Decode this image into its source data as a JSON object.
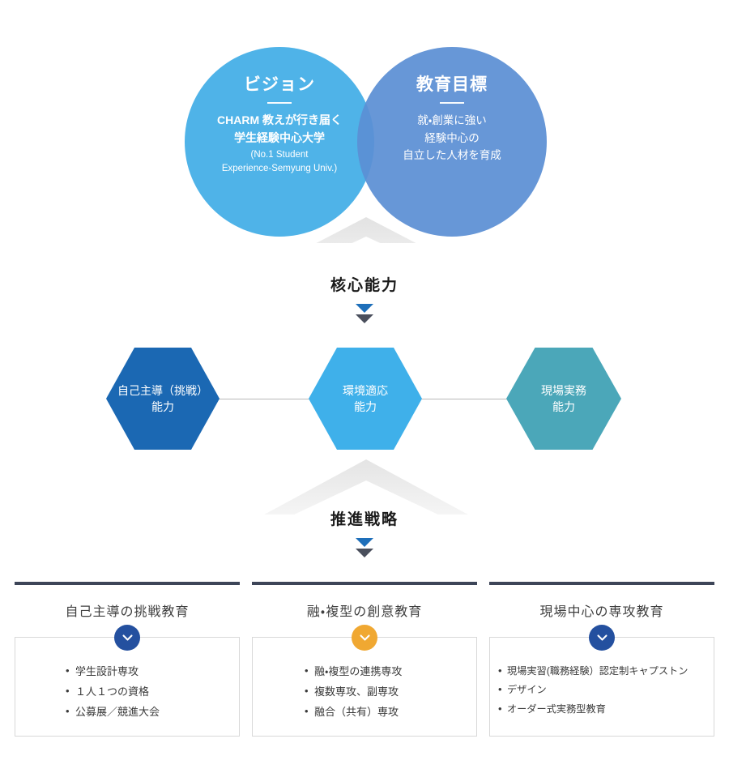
{
  "venn": {
    "left": {
      "heading": "ビジョン",
      "line1": "CHARM 教えが行き届く",
      "line2": "学生経験中心大学",
      "sub1": "(No.1 Student",
      "sub2": "Experience-Semyung Univ.)",
      "color": "#4fb3e8"
    },
    "right": {
      "heading": "教育目標",
      "line1": "就・創業に強い",
      "line2": "経験中心の",
      "line3": "自立した人材を育成",
      "color": "#5b8fd4"
    },
    "overlap_color": "#4a7ec8"
  },
  "bands": {
    "core_label": "核心能力",
    "strategy_label": "推進戦略",
    "arrow_top_color": "#1e6fba",
    "arrow_bottom_color": "#4a4f5c"
  },
  "hexagons": [
    {
      "label": "自己主導（挑戦）\n能力",
      "color": "#1b68b3"
    },
    {
      "label": "環境適応\n能力",
      "color": "#3fb0ea"
    },
    {
      "label": "現場実務\n能力",
      "color": "#4ba7b9"
    }
  ],
  "panels": [
    {
      "title": "自己主導の挑戦教育",
      "badge_icon": "chevron-down-icon",
      "badge_color": "#24509f",
      "items": [
        "学生設計専攻",
        "１人１つの資格",
        "公募展／競進大会"
      ]
    },
    {
      "title": "融・複型の創意教育",
      "badge_icon": "chevron-down-icon",
      "badge_color": "#f0a832",
      "items": [
        "融・複型の連携専攻",
        "複数専攻、副専攻",
        "融合（共有）専攻"
      ]
    },
    {
      "title": "現場中心の専攻教育",
      "badge_icon": "chevron-down-icon",
      "badge_color": "#24509f",
      "items": [
        "現場実習(職務経験）認定制キャプストン",
        "デザイン",
        "オーダー式実務型教育"
      ]
    }
  ],
  "panel_topbar_color": "#3d4558"
}
